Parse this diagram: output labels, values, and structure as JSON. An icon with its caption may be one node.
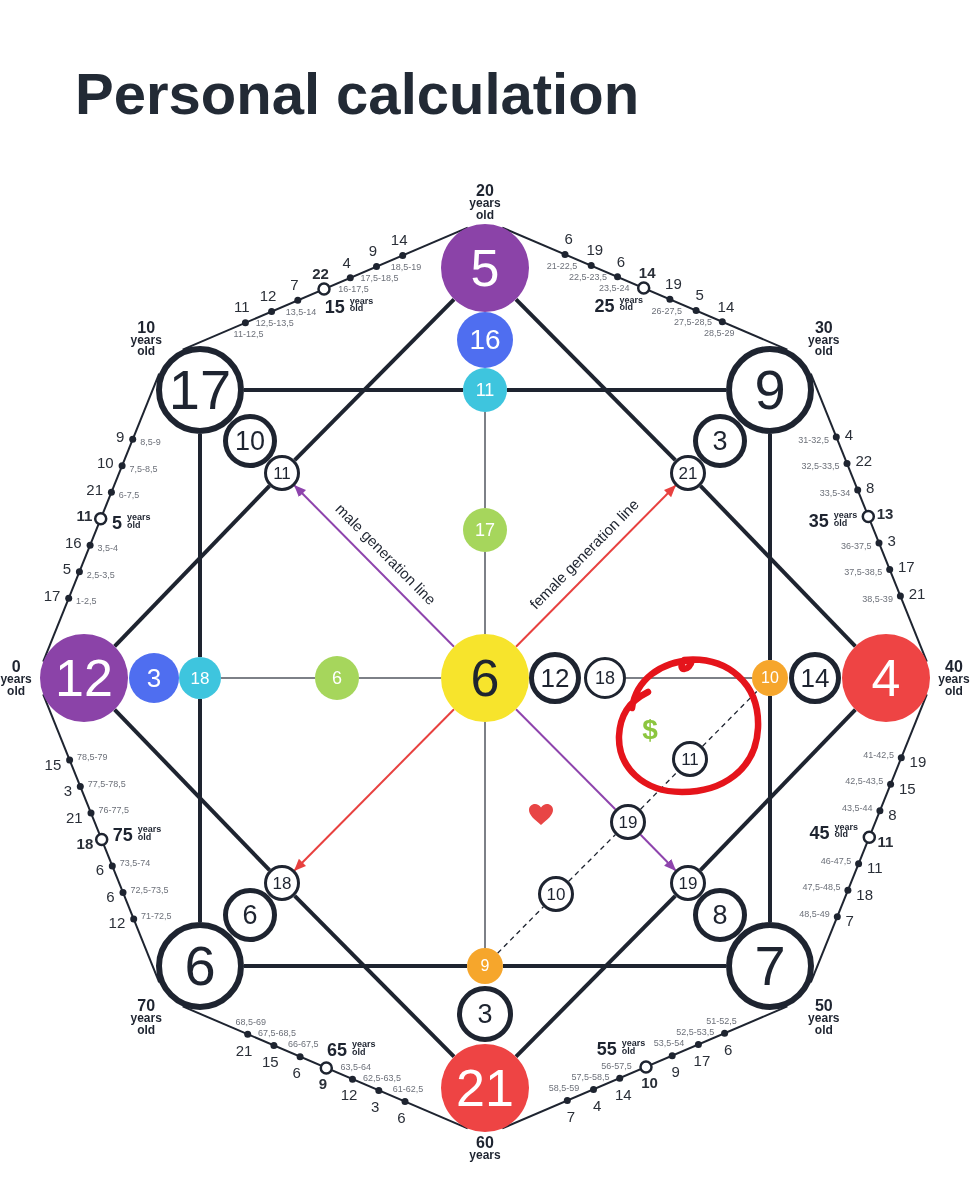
{
  "diagram": {
    "title": "Personal calculation",
    "nodes": [
      {
        "text": [
          "5"
        ]
      },
      {
        "text": [
          "16"
        ]
      },
      {
        "text": [
          "17"
        ]
      },
      {
        "text": [
          "11"
        ]
      },
      {
        "text": [
          "9"
        ]
      },
      {
        "text": [
          "10"
        ]
      },
      {
        "text": [
          "3"
        ]
      },
      {
        "text": [
          "11"
        ]
      },
      {
        "text": [
          "21"
        ]
      },
      {
        "text": [
          "17"
        ]
      },
      {
        "text": [
          "12"
        ]
      },
      {
        "text": [
          "3"
        ]
      },
      {
        "text": [
          "18"
        ]
      },
      {
        "text": [
          "6"
        ]
      },
      {
        "text": [
          "6"
        ]
      },
      {
        "text": [
          "12"
        ]
      },
      {
        "text": [
          "18"
        ]
      },
      {
        "text": [
          "10"
        ]
      },
      {
        "text": [
          "14"
        ]
      },
      {
        "text": [
          "4"
        ]
      },
      {
        "text": [
          "11"
        ]
      },
      {
        "text": [
          "19"
        ]
      },
      {
        "text": [
          "18"
        ]
      },
      {
        "text": [
          "19"
        ]
      },
      {
        "text": [
          "10"
        ]
      },
      {
        "text": [
          "6"
        ]
      },
      {
        "text": [
          "8"
        ]
      },
      {
        "text": [
          "6"
        ]
      },
      {
        "text": [
          "9"
        ]
      },
      {
        "text": [
          "7"
        ]
      },
      {
        "text": [
          "3"
        ]
      },
      {
        "text": [
          "21"
        ]
      }
    ],
    "edges": [
      {
        "from": 10,
        "to": 2,
        "arrow": "none"
      },
      {
        "from": 2,
        "to": 0,
        "arrow": "none"
      },
      {
        "from": 0,
        "to": 4,
        "arrow": "none"
      },
      {
        "from": 4,
        "to": 19,
        "arrow": "none"
      },
      {
        "from": 19,
        "to": 29,
        "arrow": "none"
      },
      {
        "from": 29,
        "to": 31,
        "arrow": "none"
      },
      {
        "from": 31,
        "to": 27,
        "arrow": "none"
      },
      {
        "from": 27,
        "to": 10,
        "arrow": "none"
      },
      {
        "from": 2,
        "to": 3,
        "arrow": "none",
        "style": "thick"
      },
      {
        "from": 3,
        "to": 4,
        "arrow": "none",
        "style": "thick"
      },
      {
        "from": 2,
        "to": 12,
        "arrow": "none",
        "style": "thick"
      },
      {
        "from": 12,
        "to": 27,
        "arrow": "none",
        "style": "thick"
      },
      {
        "from": 4,
        "to": 17,
        "arrow": "none",
        "style": "thick"
      },
      {
        "from": 17,
        "to": 29,
        "arrow": "none",
        "style": "thick"
      },
      {
        "from": 27,
        "to": 28,
        "arrow": "none",
        "style": "thick"
      },
      {
        "from": 28,
        "to": 29,
        "arrow": "none",
        "style": "thick"
      },
      {
        "from": 0,
        "to": 7,
        "arrow": "none",
        "style": "thick"
      },
      {
        "from": 7,
        "to": 10,
        "arrow": "none",
        "style": "thick"
      },
      {
        "from": 0,
        "to": 8,
        "arrow": "none",
        "style": "thick"
      },
      {
        "from": 8,
        "to": 19,
        "arrow": "none",
        "style": "thick"
      },
      {
        "from": 10,
        "to": 22,
        "arrow": "none",
        "style": "thick"
      },
      {
        "from": 22,
        "to": 31,
        "arrow": "none",
        "style": "thick"
      },
      {
        "from": 19,
        "to": 23,
        "arrow": "none",
        "style": "thick"
      },
      {
        "from": 23,
        "to": 31,
        "arrow": "none",
        "style": "thick"
      },
      {
        "from": 3,
        "to": 9,
        "arrow": "none",
        "color": "#7d8087"
      },
      {
        "from": 9,
        "to": 14,
        "arrow": "none",
        "color": "#7d8087"
      },
      {
        "from": 14,
        "to": 28,
        "arrow": "none",
        "color": "#7d8087"
      },
      {
        "from": 12,
        "to": 13,
        "arrow": "none",
        "color": "#7d8087"
      },
      {
        "from": 13,
        "to": 14,
        "arrow": "none",
        "color": "#7d8087"
      },
      {
        "from": 16,
        "to": 17,
        "arrow": "none",
        "color": "#7d8087"
      },
      {
        "from": 14,
        "to": 7,
        "arrow": "to",
        "label": "male generation line",
        "color": "#8e44ad"
      },
      {
        "from": 14,
        "to": 8,
        "arrow": "to",
        "label": "female generation line",
        "color": "#e8413f"
      },
      {
        "from": 14,
        "to": 22,
        "arrow": "to",
        "color": "#e8413f"
      },
      {
        "from": 14,
        "to": 21,
        "arrow": "none",
        "color": "#8e44ad"
      },
      {
        "from": 21,
        "to": 23,
        "arrow": "to",
        "color": "#8e44ad"
      },
      {
        "from": 28,
        "to": 24,
        "arrow": "none",
        "style": "dashed"
      },
      {
        "from": 24,
        "to": 21,
        "arrow": "none",
        "style": "dashed"
      },
      {
        "from": 21,
        "to": 20,
        "arrow": "none",
        "style": "dashed"
      },
      {
        "from": 20,
        "to": 17,
        "arrow": "none",
        "style": "dashed"
      }
    ],
    "labels": [
      "0 years old",
      "17",
      "1-2,5",
      "5",
      "2,5-3,5",
      "16",
      "3,5-4",
      "11",
      "5 years old",
      "21",
      "6-7,5",
      "10",
      "7,5-8,5",
      "9",
      "8,5-9",
      "10 years old",
      "11",
      "11-12,5",
      "12",
      "12,5-13,5",
      "7",
      "13,5-14",
      "22",
      "15 years old",
      "4",
      "16-17,5",
      "9",
      "17,5-18,5",
      "14",
      "18,5-19",
      "20 years old",
      "6",
      "21-22,5",
      "19",
      "22,5-23,5",
      "6",
      "23,5-24",
      "14",
      "25 years old",
      "19",
      "26-27,5",
      "5",
      "27,5-28,5",
      "14",
      "28,5-29",
      "30 years old",
      "4",
      "31-32,5",
      "22",
      "32,5-33,5",
      "8",
      "33,5-34",
      "13",
      "35 years old",
      "3",
      "36-37,5",
      "17",
      "37,5-38,5",
      "21",
      "38,5-39",
      "40 years old",
      "19",
      "41-42,5",
      "15",
      "42,5-43,5",
      "8",
      "43,5-44",
      "11",
      "45 years old",
      "11",
      "46-47,5",
      "18",
      "47,5-48,5",
      "7",
      "48,5-49",
      "50 years old",
      "6",
      "51-52,5",
      "17",
      "52,5-53,5",
      "9",
      "53,5-54",
      "10",
      "55 years old",
      "14",
      "56-57,5",
      "4",
      "57,5-58,5",
      "7",
      "58,5-59",
      "60 years",
      "6",
      "61-62,5",
      "3",
      "62,5-63,5",
      "12",
      "63,5-64",
      "9",
      "65 years old",
      "6",
      "66-67,5",
      "15",
      "67,5-68,5",
      "21",
      "68,5-69",
      "70 years old",
      "12",
      "71-72,5",
      "6",
      "72,5-73,5",
      "6",
      "73,5-74",
      "18",
      "75 years old",
      "21",
      "76-77,5",
      "3",
      "77,5-78,5",
      "15",
      "78,5-79",
      "$"
    ]
  }
}
